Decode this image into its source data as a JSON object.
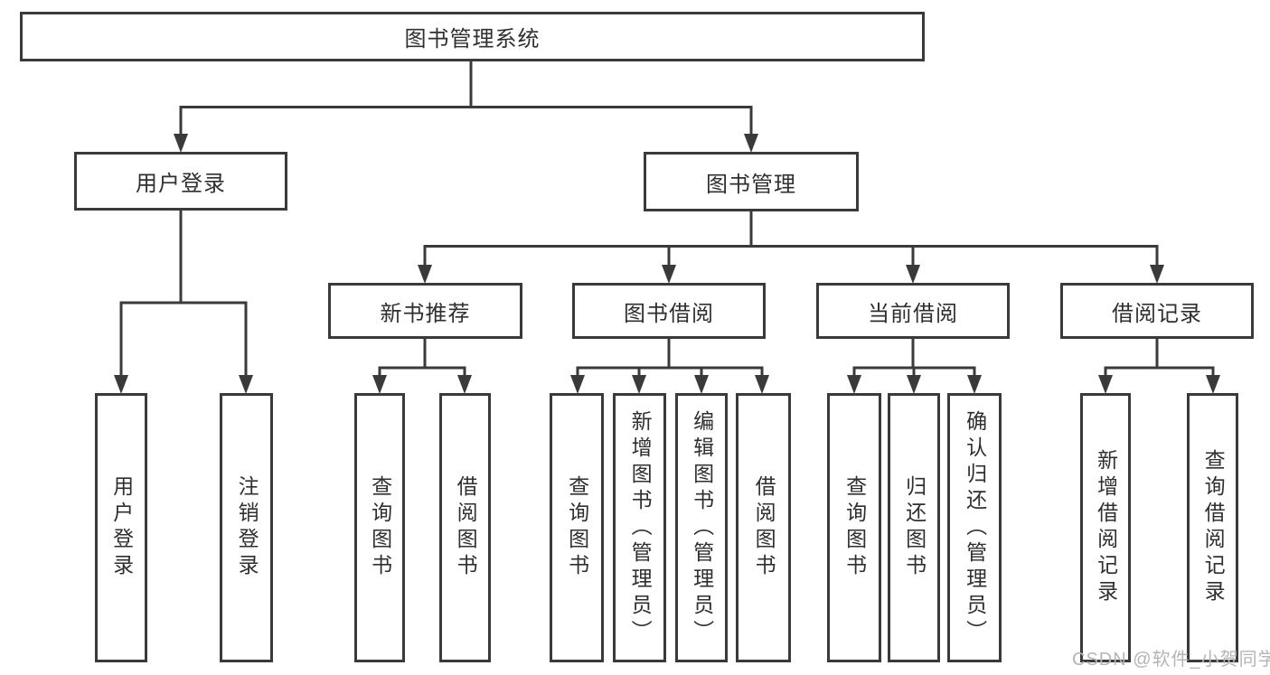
{
  "diagram": {
    "root": {
      "label": "图书管理系统"
    },
    "branches": [
      {
        "label": "用户登录",
        "children": [
          {
            "label": "用户登录"
          },
          {
            "label": "注销登录"
          }
        ]
      },
      {
        "label": "图书管理",
        "groups": [
          {
            "label": "新书推荐",
            "children": [
              {
                "label": "查询图书"
              },
              {
                "label": "借阅图书"
              }
            ]
          },
          {
            "label": "图书借阅",
            "children": [
              {
                "label": "查询图书"
              },
              {
                "label": "新增图书（管理员）"
              },
              {
                "label": "编辑图书（管理员）"
              },
              {
                "label": "借阅图书"
              }
            ]
          },
          {
            "label": "当前借阅",
            "children": [
              {
                "label": "查询图书"
              },
              {
                "label": "归还图书"
              },
              {
                "label": "确认归还（管理员）"
              }
            ]
          },
          {
            "label": "借阅记录",
            "children": [
              {
                "label": "新增借阅记录"
              },
              {
                "label": "查询借阅记录"
              }
            ]
          }
        ]
      }
    ],
    "watermark": "CSDN @软件_小贺同学",
    "colors": {
      "line": "#3a3a3a",
      "text": "#2f2f2f",
      "background": "#ffffff",
      "watermark": "#b5b5b5"
    }
  }
}
